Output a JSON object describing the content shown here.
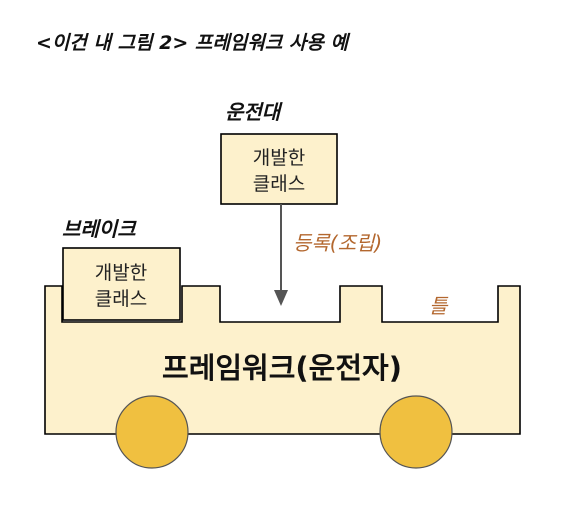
{
  "caption": "<이건 내 그림 2> 프레임워크 사용 예",
  "driver": {
    "label": "운전대",
    "box_text": [
      "개발한",
      "클래스"
    ]
  },
  "brake": {
    "label": "브레이크",
    "box_text": [
      "개발한",
      "클래스"
    ]
  },
  "register_label": "등록(조립)",
  "slot_label": "틀",
  "car_label": "프레임워크(운전자)",
  "colors": {
    "body_fill": "#fdf1cc",
    "stroke": "#000000",
    "wheel_fill": "#f0c040",
    "wheel_stroke": "#555555",
    "arrow": "#555555",
    "accent_text": "#b3672e"
  }
}
